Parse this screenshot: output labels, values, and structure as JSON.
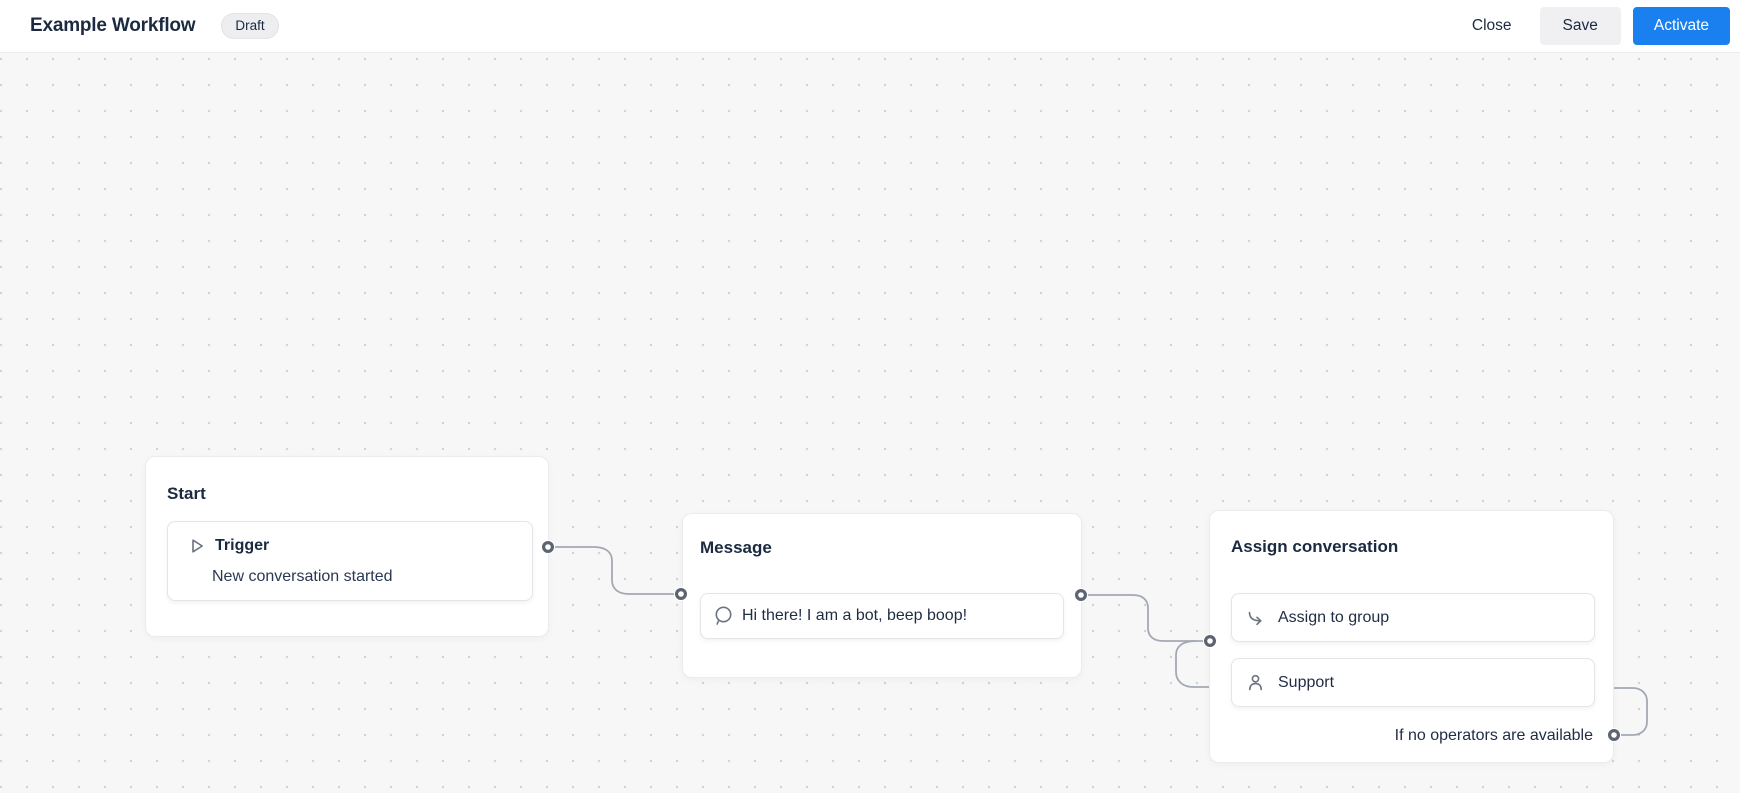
{
  "header": {
    "title": "Example Workflow",
    "status_badge": "Draft",
    "close_label": "Close",
    "save_label": "Save",
    "activate_label": "Activate"
  },
  "canvas": {
    "nodes": [
      {
        "id": "start",
        "title": "Start",
        "items": [
          {
            "icon": "play-icon",
            "label": "Trigger",
            "sublabel": "New conversation started"
          }
        ]
      },
      {
        "id": "message",
        "title": "Message",
        "items": [
          {
            "icon": "chat-bubble-icon",
            "label": "Hi there! I am a bot, beep boop!"
          }
        ]
      },
      {
        "id": "assign",
        "title": "Assign conversation",
        "items": [
          {
            "icon": "assign-arrow-icon",
            "label": "Assign to group"
          },
          {
            "icon": "person-icon",
            "label": "Support"
          }
        ],
        "footer_label": "If no operators are available"
      }
    ]
  },
  "colors": {
    "accent_blue": "#1a80f0",
    "canvas_background": "#f7f7f8",
    "text_dark": "#1b2a41",
    "connector_line": "#a3a8b2",
    "port_ring": "#5d6471"
  }
}
